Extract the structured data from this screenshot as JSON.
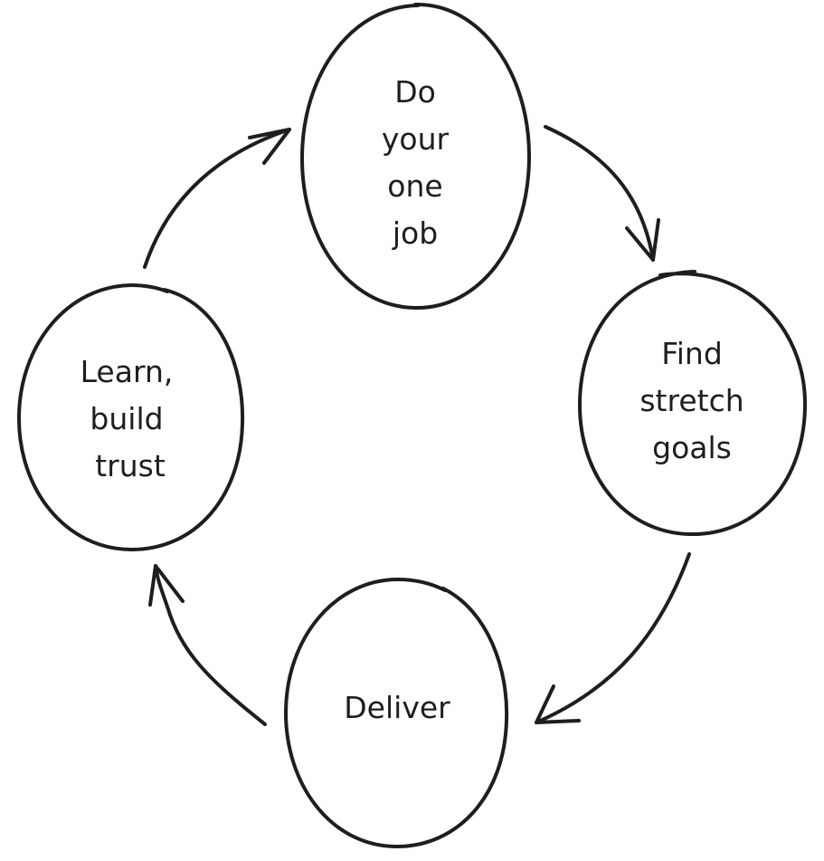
{
  "diagram": {
    "type": "cycle",
    "stroke_color": "#1e1e1e",
    "background": "#ffffff",
    "nodes": [
      {
        "id": "do-job",
        "lines": [
          "Do",
          "your",
          "one",
          "job"
        ]
      },
      {
        "id": "stretch",
        "lines": [
          "Find",
          "stretch",
          "goals"
        ]
      },
      {
        "id": "deliver",
        "lines": [
          "Deliver"
        ]
      },
      {
        "id": "learn",
        "lines": [
          "Learn,",
          "build",
          "trust"
        ]
      }
    ],
    "edges": [
      {
        "from": "do-job",
        "to": "stretch"
      },
      {
        "from": "stretch",
        "to": "deliver"
      },
      {
        "from": "deliver",
        "to": "learn"
      },
      {
        "from": "learn",
        "to": "do-job"
      }
    ]
  }
}
